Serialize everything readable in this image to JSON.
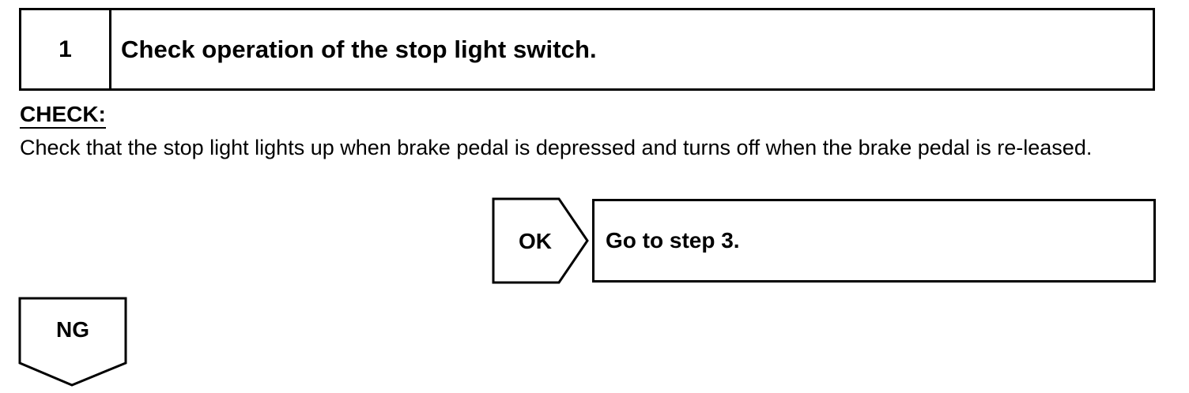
{
  "step": {
    "number": "1",
    "title": "Check operation of the stop light switch."
  },
  "check": {
    "heading": "CHECK:",
    "text": "Check that the stop light lights up when brake pedal is depressed and turns off when the brake pedal is re-leased."
  },
  "ok": {
    "label": "OK",
    "action": "Go to step 3."
  },
  "ng": {
    "label": "NG"
  }
}
